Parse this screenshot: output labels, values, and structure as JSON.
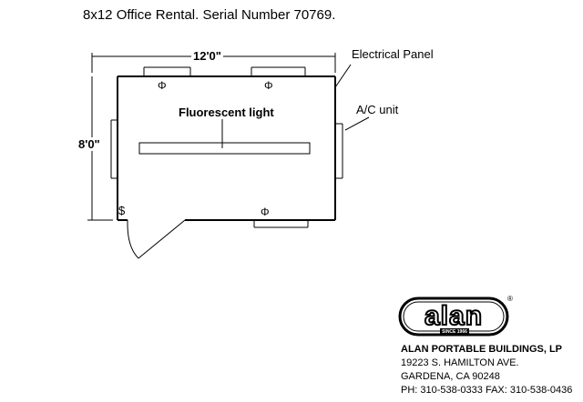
{
  "title": "8x12 Office Rental.  Serial Number 70769.",
  "dimensions": {
    "width": "12'0\"",
    "height": "8'0\""
  },
  "labels": {
    "electrical_panel": "Electrical Panel",
    "ac_unit": "A/C unit",
    "fluorescent_light": "Fluorescent light"
  },
  "symbols": {
    "outlet": "Φ",
    "switch": "$"
  },
  "logo": {
    "text": "alan",
    "since": "SINCE 1966",
    "registered": "®"
  },
  "company": {
    "name": "ALAN PORTABLE BUILDINGS, LP",
    "street": "19223 S. HAMILTON AVE.",
    "city": "GARDENA, CA 90248",
    "phone": "PH: 310-538-0333   FAX: 310-538-0436"
  }
}
